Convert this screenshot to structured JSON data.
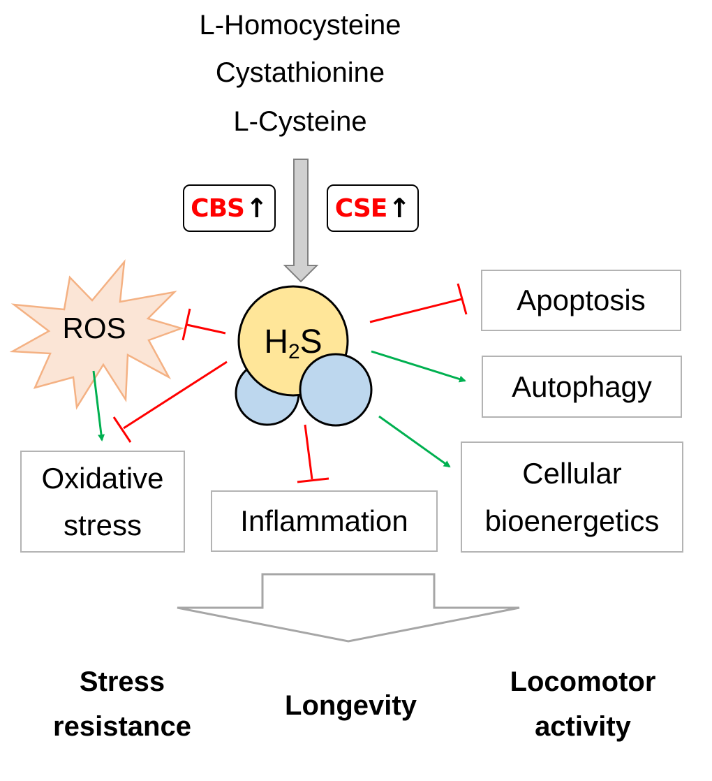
{
  "substrates": [
    "L-Homocysteine",
    "Cystathionine",
    "L-Cysteine"
  ],
  "enzymes": [
    {
      "name": "CBS",
      "indicator": "↑",
      "indicator_icon": "up-arrow-icon"
    },
    {
      "name": "CSE",
      "indicator": "↑",
      "indicator_icon": "up-arrow-icon"
    }
  ],
  "center": {
    "label_main": "H",
    "label_sub": "2",
    "label_tail": "S",
    "molecule": "H2S"
  },
  "ros": {
    "label": "ROS"
  },
  "effects": {
    "apoptosis": "Apoptosis",
    "autophagy": "Autophagy",
    "cellular_line1": "Cellular",
    "cellular_line2": "bioenergetics",
    "inflammation": "Inflammation",
    "oxidative_line1": "Oxidative",
    "oxidative_line2": "stress"
  },
  "outcomes": {
    "stress_line1": "Stress",
    "stress_line2": "resistance",
    "longevity": "Longevity",
    "locomotor_line1": "Locomotor",
    "locomotor_line2": "activity"
  },
  "relations": [
    {
      "from": "H2S",
      "to": "ROS",
      "type": "inhibits"
    },
    {
      "from": "H2S",
      "to": "Oxidative stress",
      "type": "inhibits"
    },
    {
      "from": "ROS",
      "to": "Oxidative stress",
      "type": "activates"
    },
    {
      "from": "H2S",
      "to": "Apoptosis",
      "type": "inhibits"
    },
    {
      "from": "H2S",
      "to": "Autophagy",
      "type": "activates"
    },
    {
      "from": "H2S",
      "to": "Cellular bioenergetics",
      "type": "activates"
    },
    {
      "from": "H2S",
      "to": "Inflammation",
      "type": "inhibits"
    }
  ],
  "colors": {
    "inhibit": "#ff0000",
    "activate": "#00b050",
    "h2s_fill": "#ffe699",
    "hydrogen_fill": "#bdd7ee",
    "ros_fill": "#fbe5d6",
    "ros_stroke": "#f4b183",
    "enzyme_text": "#ff0000",
    "box_border": "#b3b3b3",
    "arrow_gray": "#d0d0d0"
  }
}
